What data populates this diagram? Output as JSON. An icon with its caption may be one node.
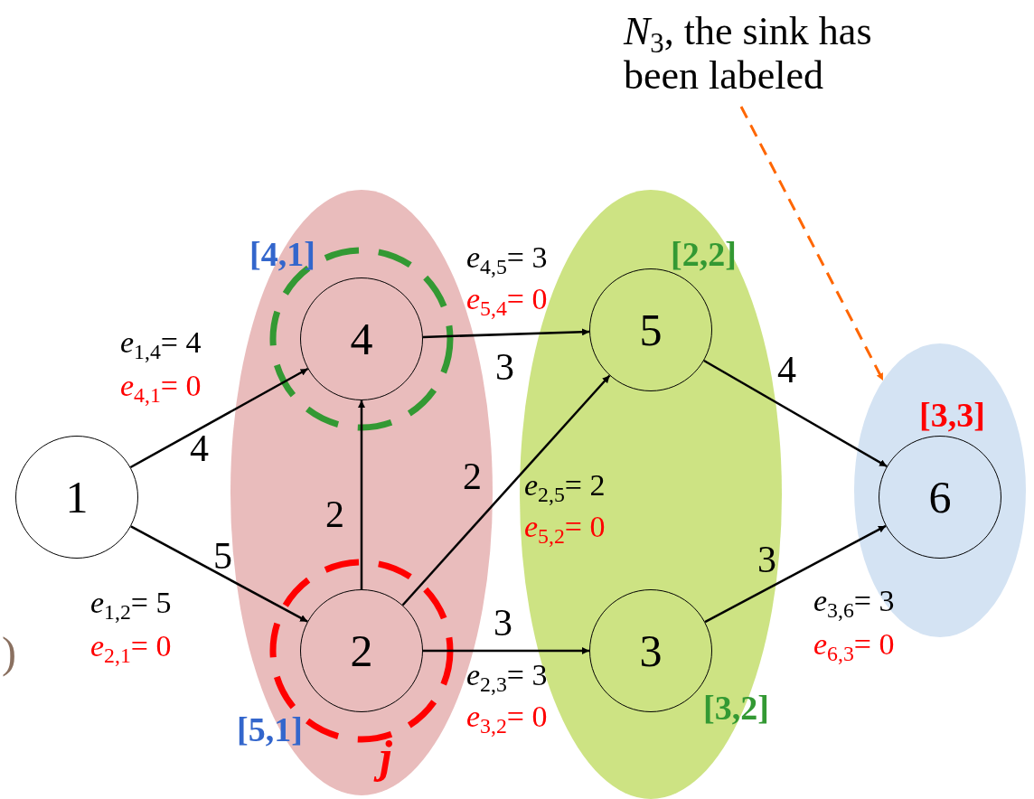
{
  "diagram": {
    "nodes": [
      {
        "text": [],
        "shape": "ellipse"
      },
      {
        "text": [],
        "shape": "ellipse"
      },
      {
        "text": [],
        "shape": "ellipse"
      },
      {
        "text": [
          "1"
        ]
      },
      {
        "text": [
          "4"
        ],
        "in": 0,
        "beside": [
          "[4,1]"
        ]
      },
      {
        "text": [
          "2"
        ],
        "in": 0,
        "beside": [
          "[5,1]"
        ]
      },
      {
        "text": [
          "5"
        ],
        "in": 1,
        "beside": [
          "[2,2]"
        ]
      },
      {
        "text": [
          "3"
        ],
        "in": 1,
        "beside": [
          "[3,2]"
        ]
      },
      {
        "text": [
          "6"
        ],
        "in": 2,
        "beside": [
          "[3,3]"
        ]
      },
      {
        "text": [
          "*N*$_{3}$, the sink has been labeled"
        ]
      }
    ],
    "edges": [
      {
        "from": 3,
        "to": 4,
        "arrow": "to",
        "label": "4"
      },
      {
        "from": 3,
        "to": 5,
        "arrow": "to",
        "label": "5"
      },
      {
        "from": 5,
        "to": 4,
        "arrow": "to",
        "label": "2"
      },
      {
        "from": 4,
        "to": 6,
        "arrow": "to",
        "label": "3"
      },
      {
        "from": 5,
        "to": 6,
        "arrow": "to",
        "label": "2"
      },
      {
        "from": 5,
        "to": 7,
        "arrow": "to",
        "label": "3"
      },
      {
        "from": 6,
        "to": 8,
        "arrow": "to",
        "label": "4"
      },
      {
        "from": 7,
        "to": 8,
        "arrow": "to",
        "label": "3"
      },
      {
        "from": 9,
        "to": 2,
        "arrow": "to",
        "style": "dashed",
        "color": "#ff6600"
      }
    ],
    "labels": [
      "*e*$_{4,5}$= 3",
      "*e*$_{5,4}$= 0",
      "*e*$_{1,4}$= 4",
      "*e*$_{4,1}$= 0",
      "*e*$_{2,5}$= 2",
      "*e*$_{5,2}$= 0",
      "*e*$_{1,2}$= 5",
      "*e*$_{2,1}$= 0",
      "*e*$_{3,6}$= 3",
      "*e*$_{6,3}$= 0",
      ")",
      "*e*$_{2,3}$= 3",
      "*e*$_{3,2}$= 0",
      "j"
    ]
  }
}
